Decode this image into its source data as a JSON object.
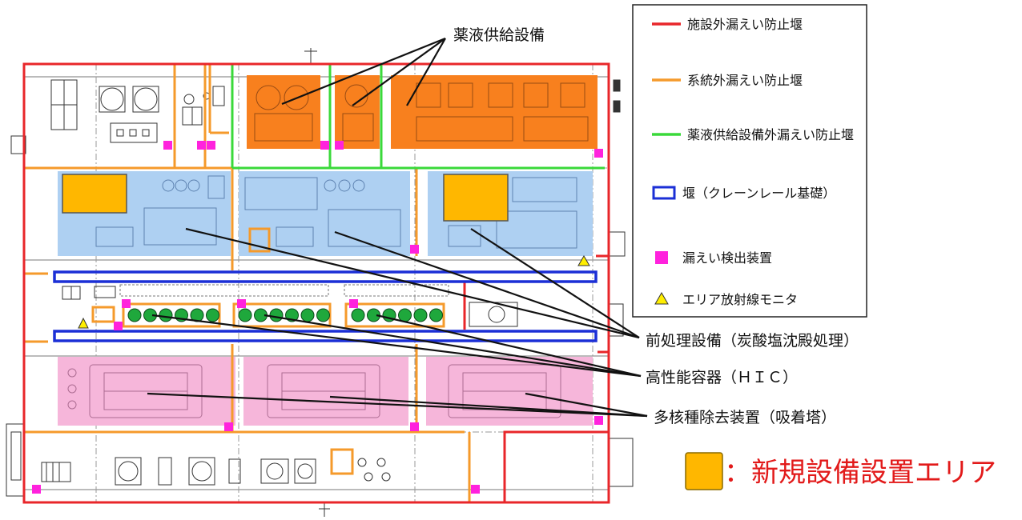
{
  "colors": {
    "red": "#e8262a",
    "orange": "#f59a2b",
    "green": "#3ad93a",
    "blue": "#1b2fd6",
    "magenta": "#ff22dd",
    "yellow": "#ffee00",
    "orange_fill": "#f8801e",
    "blue_fill": "#aed0f2",
    "pink_fill": "#f6b6da",
    "new_area_fill": "#ffb700",
    "hic_green": "#1fa83c"
  },
  "legend": {
    "items": [
      {
        "icon": "red-line",
        "label": "施設外漏えい防止堰"
      },
      {
        "icon": "orange-line",
        "label": "系統外漏えい防止堰"
      },
      {
        "icon": "green-line",
        "label": "薬液供給設備外漏えい防止堰"
      },
      {
        "icon": "blue-rectangle",
        "label": "堰（クレーンレール基礎）"
      },
      {
        "icon": "magenta-square",
        "label": "漏えい検出装置"
      },
      {
        "icon": "yellow-triangle",
        "label": "エリア放射線モニタ"
      }
    ]
  },
  "callouts": {
    "chemical": "薬液供給設備",
    "pretreatment": "前処理設備（炭酸塩沈殿処理）",
    "hic": "高性能容器（ＨＩＣ）",
    "adsorption": "多核種除去装置（吸着塔）"
  },
  "new_area": {
    "label": "：新規設備設置エリア"
  }
}
